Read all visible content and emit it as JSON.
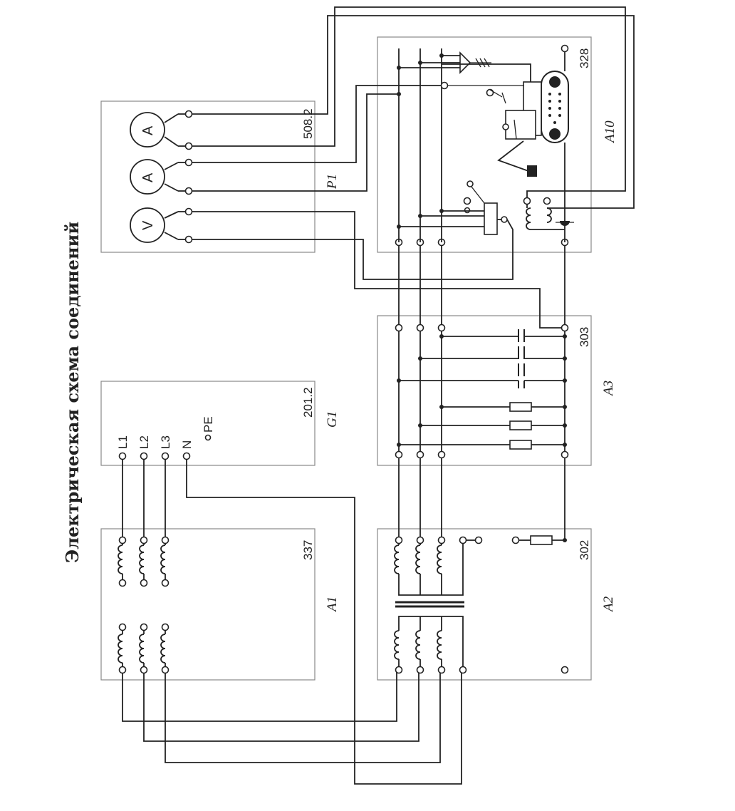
{
  "title": "Электрическая схема соединений",
  "modules": {
    "g1": {
      "number": "201.2",
      "designator": "G1",
      "terminals": [
        "L1",
        "L2",
        "L3",
        "N",
        "PE"
      ]
    },
    "a1": {
      "number": "337",
      "designator": "A1"
    },
    "a2": {
      "number": "302",
      "designator": "A2"
    },
    "a3": {
      "number": "303",
      "designator": "A3"
    },
    "p1": {
      "number": "508.2",
      "designator": "P1",
      "meters": [
        "A",
        "A",
        "V"
      ]
    },
    "a10": {
      "number": "328",
      "designator": "A10"
    }
  },
  "icons": [
    "inductor-icon",
    "capacitor-icon",
    "resistor-icon",
    "transformer-core-icon",
    "ground-icon",
    "ammeter-icon",
    "voltmeter-icon",
    "connector-icon",
    "motor-icon"
  ]
}
